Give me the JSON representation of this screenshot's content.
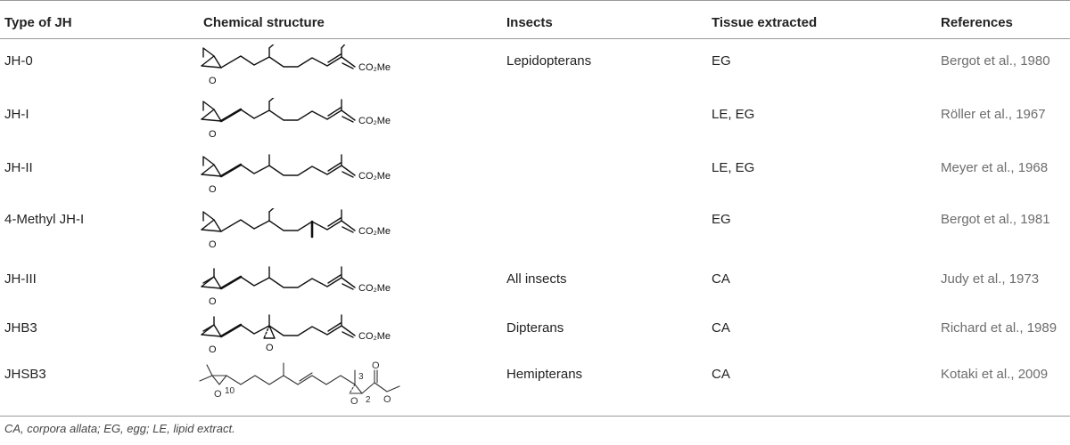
{
  "table": {
    "headers": {
      "type": "Type of JH",
      "structure": "Chemical structure",
      "insects": "Insects",
      "tissue": "Tissue extracted",
      "references": "References"
    },
    "rows": [
      {
        "type": "JH-0",
        "insects": "Lepidopterans",
        "tissue": "EG",
        "reference": "Bergot et al., 1980",
        "ester_label": "CO₂Me",
        "o_label": "O"
      },
      {
        "type": "JH-I",
        "insects": "",
        "tissue": "LE, EG",
        "reference": "Röller et al., 1967",
        "ester_label": "CO₂Me",
        "o_label": "O"
      },
      {
        "type": "JH-II",
        "insects": "",
        "tissue": "LE, EG",
        "reference": "Meyer et al., 1968",
        "ester_label": "CO₂Me",
        "o_label": "O"
      },
      {
        "type": "4-Methyl JH-I",
        "insects": "",
        "tissue": "EG",
        "reference": "Bergot et al., 1981",
        "ester_label": "CO₂Me",
        "o_label": "O"
      },
      {
        "type": "JH-III",
        "insects": "All insects",
        "tissue": "CA",
        "reference": "Judy et al., 1973",
        "ester_label": "CO₂Me",
        "o_label": "O"
      },
      {
        "type": "JHB3",
        "insects": "Dipterans",
        "tissue": "CA",
        "reference": "Richard et al., 1989",
        "ester_label": "CO₂Me",
        "o_label": "O",
        "o2_label": "O"
      },
      {
        "type": "JHSB3",
        "insects": "Hemipterans",
        "tissue": "CA",
        "reference": "Kotaki et al., 2009",
        "o_label": "O",
        "o2_label": "O",
        "carbonyl_o": "O",
        "ester_o": "O",
        "num_10": "10",
        "num_3": "3",
        "num_2": "2"
      }
    ]
  },
  "footnote": "CA, corpora allata; EG, egg; LE, lipid extract."
}
